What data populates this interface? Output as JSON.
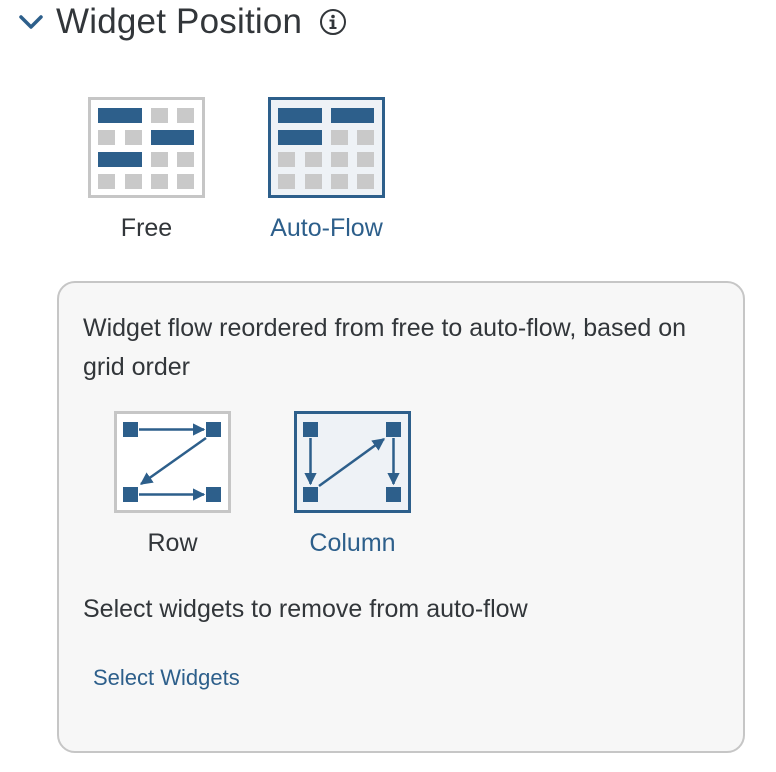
{
  "header": {
    "title": "Widget Position",
    "chevron_icon": "chevron-down-icon",
    "info_icon": "info-icon"
  },
  "layout_options": [
    {
      "label": "Free",
      "selected": false,
      "icon": "free-layout-icon"
    },
    {
      "label": "Auto-Flow",
      "selected": true,
      "icon": "auto-flow-layout-icon"
    }
  ],
  "auto_flow_panel": {
    "description": "Widget flow reordered from free to auto-flow, based on grid order",
    "flow_options": [
      {
        "label": "Row",
        "selected": false,
        "icon": "row-flow-icon"
      },
      {
        "label": "Column",
        "selected": true,
        "icon": "column-flow-icon"
      }
    ],
    "select_hint": "Select widgets to remove from auto-flow",
    "select_link": "Select Widgets"
  },
  "colors": {
    "accent": "#2d5f8b",
    "text": "#32363a",
    "border_unselected": "#c6c6c6",
    "cell_gray": "#c9c9c9",
    "panel_bg": "#f7f7f7"
  }
}
